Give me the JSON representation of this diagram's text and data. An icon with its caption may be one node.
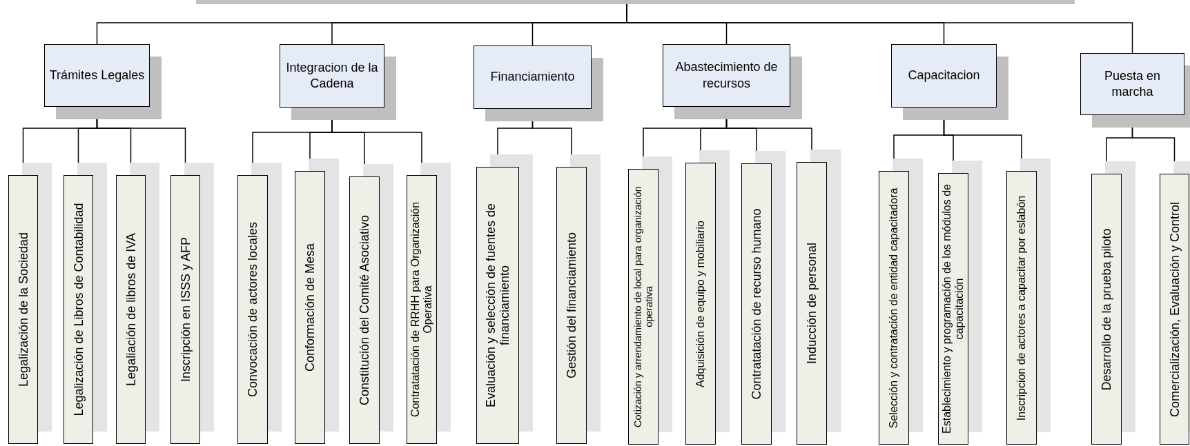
{
  "diagram": {
    "nodes": [
      {
        "text": [],
        "shape": "bar"
      },
      {
        "text": [
          "Trámites Legales"
        ]
      },
      {
        "text": [
          "Integracion de la Cadena"
        ]
      },
      {
        "text": [
          "Financiamiento"
        ]
      },
      {
        "text": [
          "Abastecimiento de recursos"
        ]
      },
      {
        "text": [
          "Capacitacion"
        ]
      },
      {
        "text": [
          "Puesta en marcha"
        ]
      },
      {
        "text": [
          "Legalización de la Sociedad"
        ]
      },
      {
        "text": [
          "Legalización de Libros de Contabilidad"
        ]
      },
      {
        "text": [
          "Legaliación de libros de IVA"
        ]
      },
      {
        "text": [
          "Inscripción en ISSS y AFP"
        ]
      },
      {
        "text": [
          "Convocación de actores locales"
        ]
      },
      {
        "text": [
          "Conformación de Mesa"
        ]
      },
      {
        "text": [
          "Constitución del Comité Asociativo"
        ]
      },
      {
        "text": [
          "Contratatación de RRHH para Organización Operativa"
        ]
      },
      {
        "text": [
          "Evaluación y selección de fuentes de financiamiento"
        ]
      },
      {
        "text": [
          "Gestión del financiamiento"
        ]
      },
      {
        "text": [
          "Cotización y arrendamiento de local para organización operativa"
        ]
      },
      {
        "text": [
          "Adquisición de equipo y mobiliario"
        ]
      },
      {
        "text": [
          "Contratatación de recurso humano"
        ]
      },
      {
        "text": [
          "Inducción de personal"
        ]
      },
      {
        "text": [
          "Selección y contratación de entidad capacitadora"
        ]
      },
      {
        "text": [
          "Establecimiento y programación de los módulos de capacitación"
        ]
      },
      {
        "text": [
          "Inscripcion de actores a capacitar por eslabón"
        ]
      },
      {
        "text": [
          "Desarrollo de la prueba piloto"
        ]
      },
      {
        "text": [
          "Comercialización, Evaluación y Control"
        ]
      }
    ],
    "edges": [
      {
        "from": 0,
        "to": 1,
        "arrow": "none"
      },
      {
        "from": 0,
        "to": 2,
        "arrow": "none"
      },
      {
        "from": 0,
        "to": 3,
        "arrow": "none"
      },
      {
        "from": 0,
        "to": 4,
        "arrow": "none"
      },
      {
        "from": 0,
        "to": 5,
        "arrow": "none"
      },
      {
        "from": 0,
        "to": 6,
        "arrow": "none"
      },
      {
        "from": 1,
        "to": 7,
        "arrow": "none"
      },
      {
        "from": 1,
        "to": 8,
        "arrow": "none"
      },
      {
        "from": 1,
        "to": 9,
        "arrow": "none"
      },
      {
        "from": 1,
        "to": 10,
        "arrow": "none"
      },
      {
        "from": 2,
        "to": 11,
        "arrow": "none"
      },
      {
        "from": 2,
        "to": 12,
        "arrow": "none"
      },
      {
        "from": 2,
        "to": 13,
        "arrow": "none"
      },
      {
        "from": 2,
        "to": 14,
        "arrow": "none"
      },
      {
        "from": 3,
        "to": 15,
        "arrow": "none"
      },
      {
        "from": 3,
        "to": 16,
        "arrow": "none"
      },
      {
        "from": 4,
        "to": 17,
        "arrow": "none"
      },
      {
        "from": 4,
        "to": 18,
        "arrow": "none"
      },
      {
        "from": 4,
        "to": 19,
        "arrow": "none"
      },
      {
        "from": 4,
        "to": 20,
        "arrow": "none"
      },
      {
        "from": 5,
        "to": 21,
        "arrow": "none"
      },
      {
        "from": 5,
        "to": 22,
        "arrow": "none"
      },
      {
        "from": 5,
        "to": 23,
        "arrow": "none"
      },
      {
        "from": 6,
        "to": 24,
        "arrow": "none"
      },
      {
        "from": 6,
        "to": 25,
        "arrow": "none"
      }
    ]
  }
}
